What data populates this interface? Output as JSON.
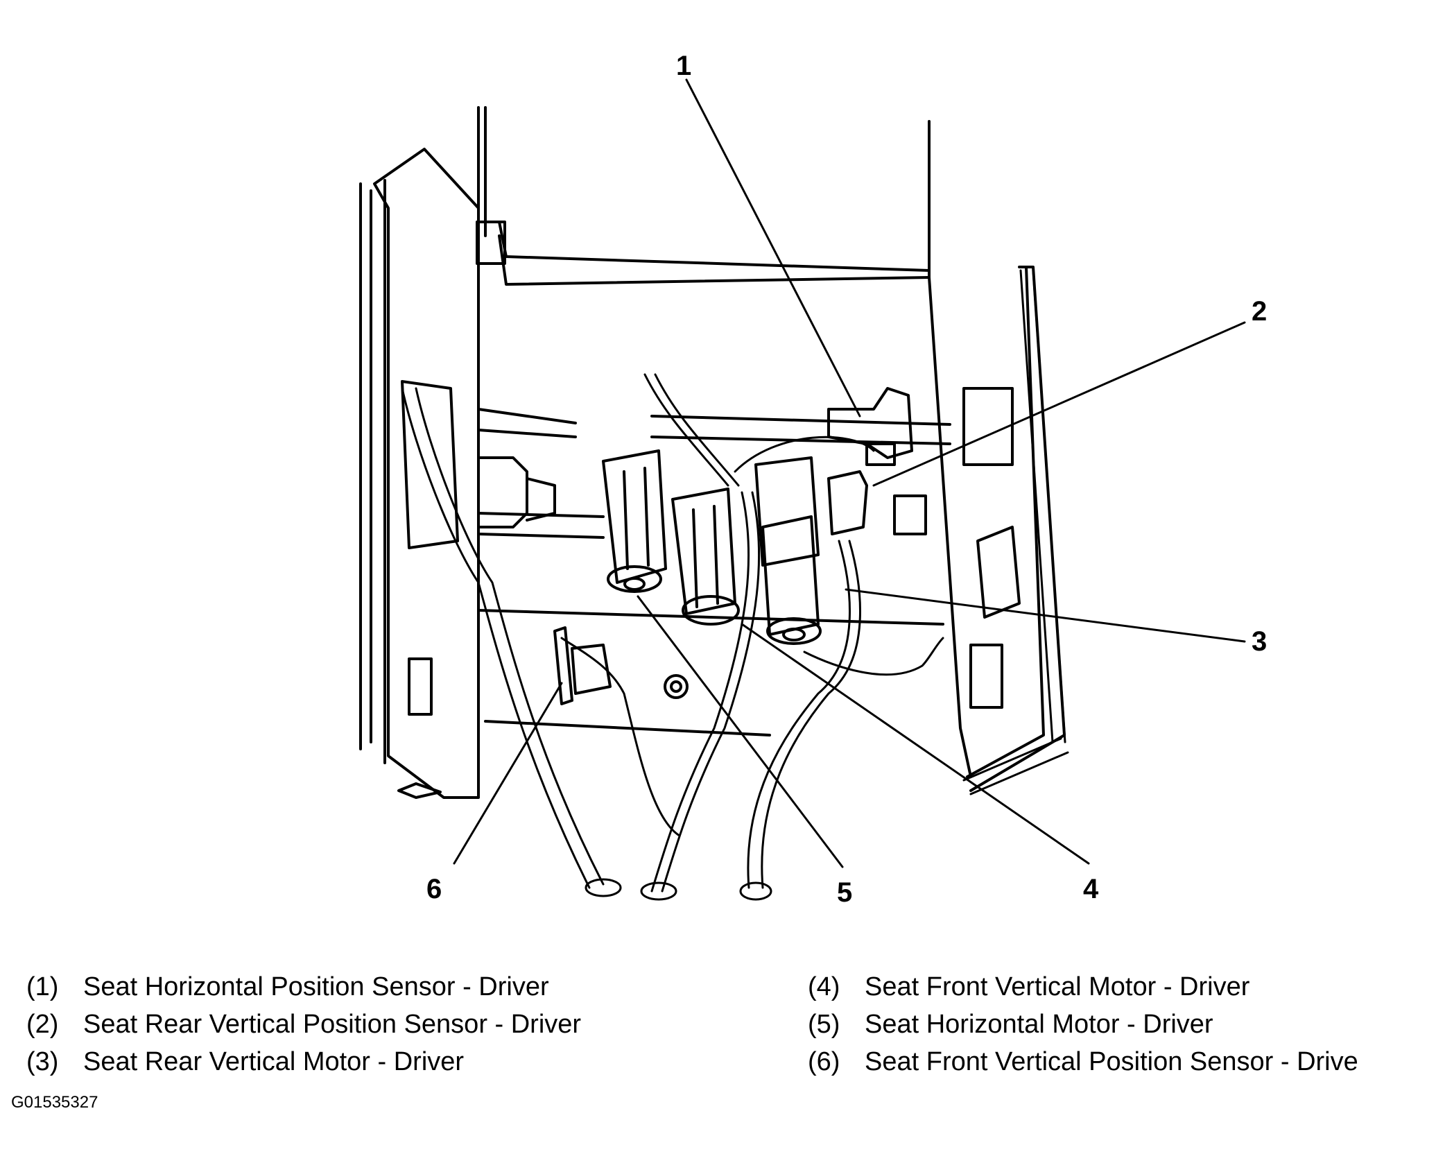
{
  "callouts": [
    {
      "num": "1"
    },
    {
      "num": "2"
    },
    {
      "num": "3"
    },
    {
      "num": "4"
    },
    {
      "num": "5"
    },
    {
      "num": "6"
    }
  ],
  "legend": [
    {
      "num": "(1)",
      "label": "Seat Horizontal Position Sensor - Driver"
    },
    {
      "num": "(2)",
      "label": "Seat Rear Vertical Position Sensor - Driver"
    },
    {
      "num": "(3)",
      "label": "Seat Rear Vertical Motor - Driver"
    },
    {
      "num": "(4)",
      "label": "Seat Front Vertical Motor - Driver"
    },
    {
      "num": "(5)",
      "label": "Seat Horizontal Motor - Driver"
    },
    {
      "num": "(6)",
      "label": "Seat Front Vertical Position Sensor - Drive"
    }
  ],
  "figure_id": "G01535327"
}
